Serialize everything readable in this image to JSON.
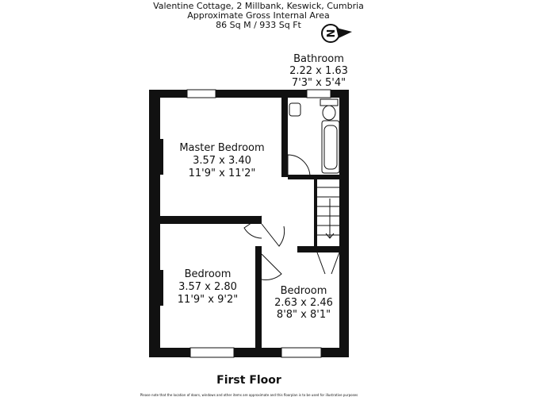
{
  "header": {
    "address": "Valentine Cottage, 2 Millbank, Keswick, Cumbria",
    "area_label": "Approximate Gross Internal Area",
    "area_value": "86 Sq M / 933 Sq Ft",
    "compass_letter": "N"
  },
  "rooms": [
    {
      "name": "Master Bedroom",
      "metric": "3.57 x 3.40",
      "imperial": "11'9\" x 11'2\""
    },
    {
      "name": "Bathroom",
      "metric": "2.22 x 1.63",
      "imperial": "7'3\" x 5'4\""
    },
    {
      "name": "Bedroom",
      "metric": "3.57 x 2.80",
      "imperial": "11'9\" x 9'2\""
    },
    {
      "name": "Bedroom",
      "metric": "2.63 x 2.46",
      "imperial": "8'8\" x 8'1\""
    }
  ],
  "floor_label": "First Floor",
  "disclaimer": "Please note that the location of doors, windows and other items are approximate and this floorplan is to be used for illustrative purposes"
}
